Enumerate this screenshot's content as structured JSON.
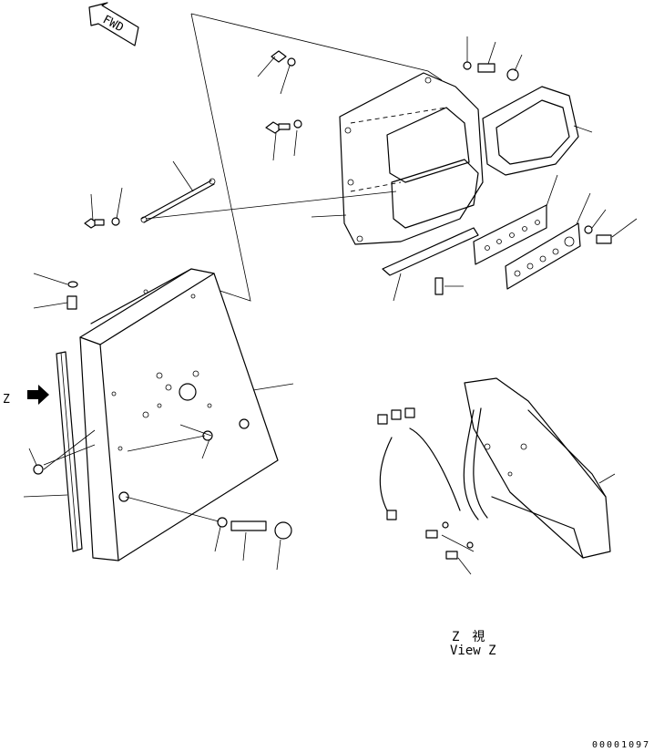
{
  "fwd_label": "FWD",
  "view_marker": "Z",
  "view_caption_jp": "Z　視",
  "view_caption_en": "View Z",
  "drawing_number": "00001097"
}
